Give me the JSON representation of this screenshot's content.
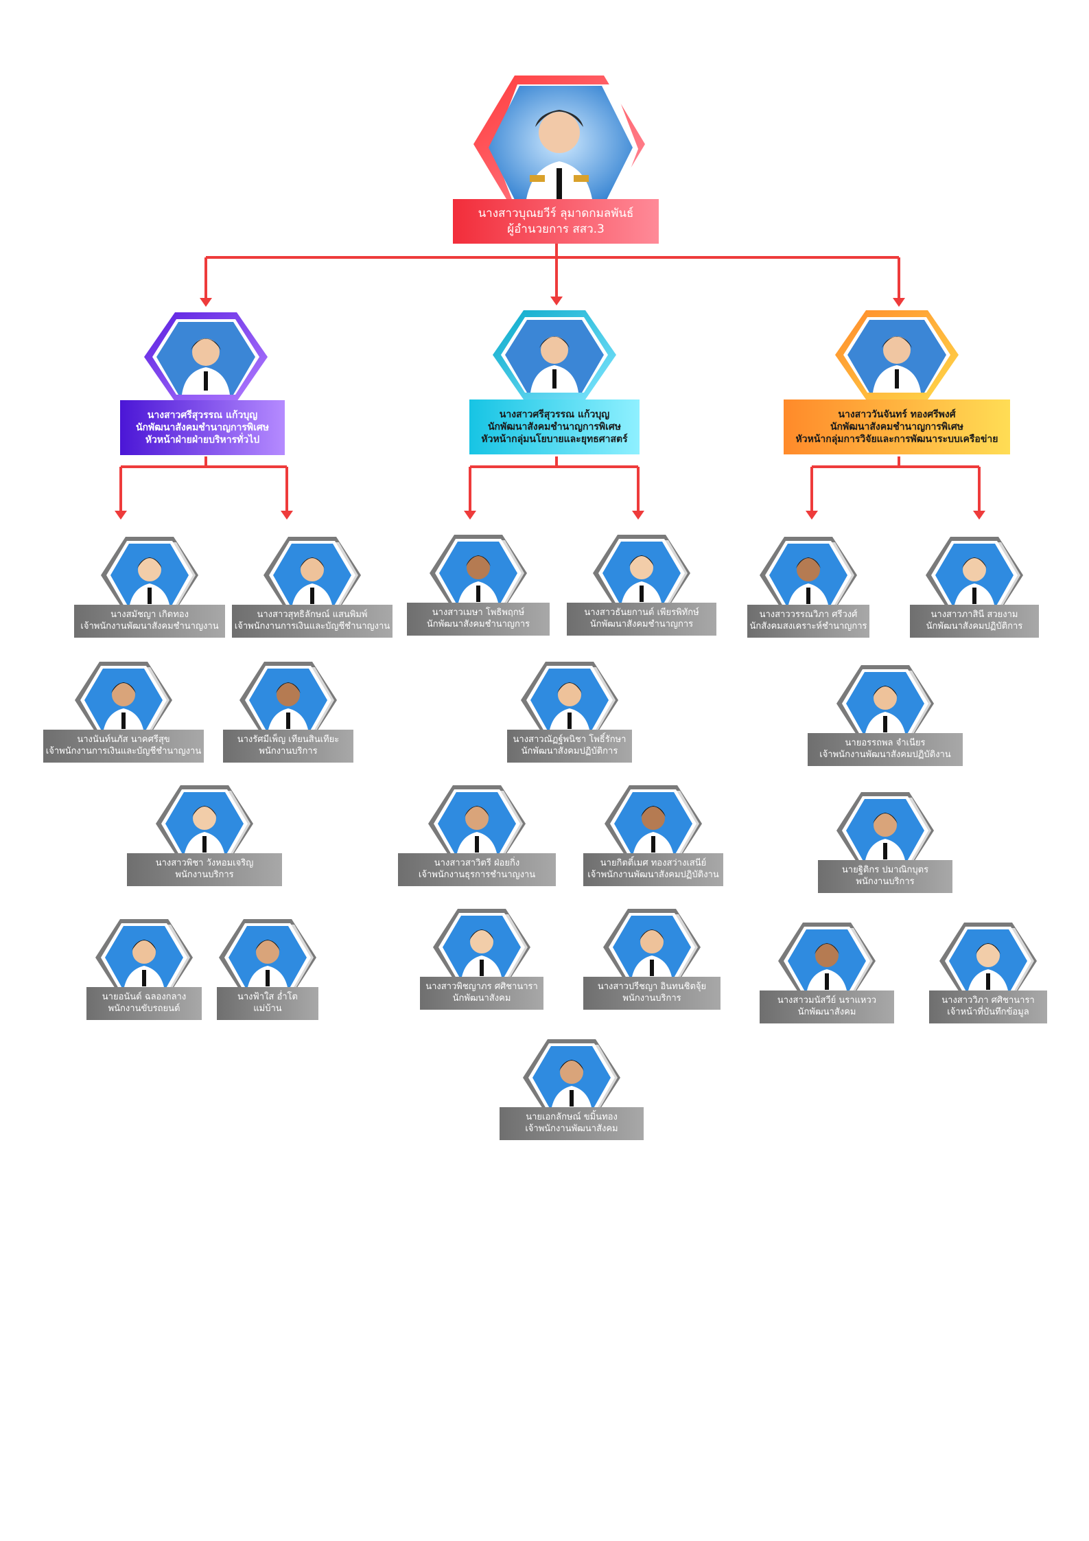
{
  "director": {
    "name": "นางสาวบุณยวีร์ ลุมาดกมลพันธ์",
    "title": "ผู้อำนวยการ สสว.3"
  },
  "groups": [
    {
      "lead": {
        "name": "นางสาวศรีสุวรรณ แก้วบุญ",
        "position": "นักพัฒนาสังคมชำนาญการพิเศษ",
        "unit": "หัวหน้าฝ่ายฝ่ายบริหารทั่วไป"
      }
    },
    {
      "lead": {
        "name": "นางสาวศรีสุวรรณ แก้วบุญ",
        "position": "นักพัฒนาสังคมชำนาญการพิเศษ",
        "unit": "หัวหน้ากลุ่มนโยบายและยุทธศาสตร์"
      }
    },
    {
      "lead": {
        "name": "นางสาววันจันทร์ ทองศรีพงศ์",
        "position": "นักพัฒนาสังคมชำนาญการพิเศษ",
        "unit": "หัวหน้ากลุ่มการวิจัยและการพัฒนาระบบเครือข่าย"
      }
    }
  ],
  "staff": [
    {
      "name": "นางสมัชญา เกิดทอง",
      "position": "เจ้าพนักงานพัฒนาสังคมชำนาญงาน"
    },
    {
      "name": "นางสาวสุทธิลักษณ์ แสนพิมพ์",
      "position": "เจ้าพนักงานการเงินและบัญชีชำนาญงาน"
    },
    {
      "name": "นางนันท์นภัส นาคศรีสุข",
      "position": "เจ้าพนักงานการเงินและบัญชีชำนาญงาน"
    },
    {
      "name": "นางรัศมีเพ็ญ เทียนสินเทียะ",
      "position": "พนักงานบริการ"
    },
    {
      "name": "นางสาวพิชา วังหอมเจริญ",
      "position": "พนักงานบริการ"
    },
    {
      "name": "นายอนันต์ ฉลองกลาง",
      "position": "พนักงานขับรถยนต์"
    },
    {
      "name": "นางฟ้าใส อ่ำโต",
      "position": "แม่บ้าน"
    },
    {
      "name": "นางสาวเมษา โพธิพฤกษ์",
      "position": "นักพัฒนาสังคมชำนาญการ"
    },
    {
      "name": "นางสาวธันยกานต์ เพียรพิทักษ์",
      "position": "นักพัฒนาสังคมชำนาญการ"
    },
    {
      "name": "นางสาวณัฏฐ์พนิชา โพธิ์รักษา",
      "position": "นักพัฒนาสังคมปฏิบัติการ"
    },
    {
      "name": "นางสาวสาวิตรี ฝ่อยกิ่ง",
      "position": "เจ้าพนักงานธุรการชำนาญงาน"
    },
    {
      "name": "นายกิตติ์เมศ ทองสว่างเสนีย์",
      "position": "เจ้าพนักงานพัฒนาสังคมปฏิบัติงาน"
    },
    {
      "name": "นางสาวพิชญาภร ศศิชานารา",
      "position": "นักพัฒนาสังคม"
    },
    {
      "name": "นางสาวปรีชญา อินทนชิตจุ้ย",
      "position": "พนักงานบริการ"
    },
    {
      "name": "นายเอกลักษณ์ ขมิ้นทอง",
      "position": "เจ้าพนักงานพัฒนาสังคม"
    },
    {
      "name": "นางสาววรรณวิภา ศรีวงศ์",
      "position": "นักสังคมสงเคราะห์ชำนาญการ"
    },
    {
      "name": "นางสาวภาสินี สวยงาม",
      "position": "นักพัฒนาสังคมปฏิบัติการ"
    },
    {
      "name": "นายอรรถพล จำเนียร",
      "position": "เจ้าพนักงานพัฒนาสังคมปฏิบัติงาน"
    },
    {
      "name": "นายฐิติกร ปมาณิกบุตร",
      "position": "พนักงานบริการ"
    },
    {
      "name": "นางสาวมนัสวีย์ นราแหวว",
      "position": "นักพัฒนาสังคม"
    },
    {
      "name": "นางสาววิภา ศศิชานารา",
      "position": "เจ้าหน้าที่บันทึกข้อมูล"
    }
  ],
  "colors": {
    "connector": "#ee3b3b",
    "director": "#f0444a",
    "group1": "#7a3df0",
    "group2": "#29c9e6",
    "group3": "#ffa83a"
  },
  "icons": {
    "photo": "person-photo-icon",
    "arrow": "arrow-down-icon"
  }
}
